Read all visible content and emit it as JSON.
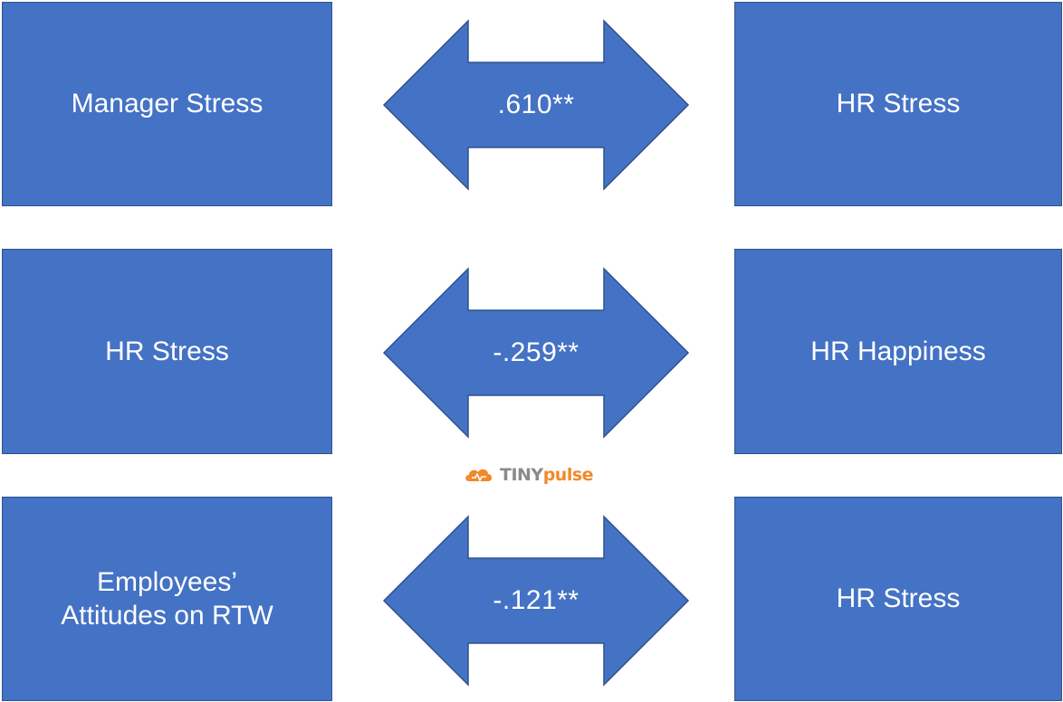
{
  "colors": {
    "box_fill": "#4472c4",
    "box_border": "#2f528f",
    "text": "#ffffff",
    "logo_gray": "#8a8a8a",
    "logo_orange": "#f08a2a"
  },
  "rows": [
    {
      "left_label": "Manager Stress",
      "coefficient": ".610**",
      "right_label": "HR Stress"
    },
    {
      "left_label": "HR Stress",
      "coefficient": "-.259**",
      "right_label": "HR Happiness"
    },
    {
      "left_label_line1": "Employees’",
      "left_label_line2": "Attitudes on RTW",
      "coefficient": "-.121**",
      "right_label": "HR Stress"
    }
  ],
  "logo": {
    "icon": "cloud-icon",
    "text_part1": "TINY",
    "text_part2": "pulse"
  }
}
